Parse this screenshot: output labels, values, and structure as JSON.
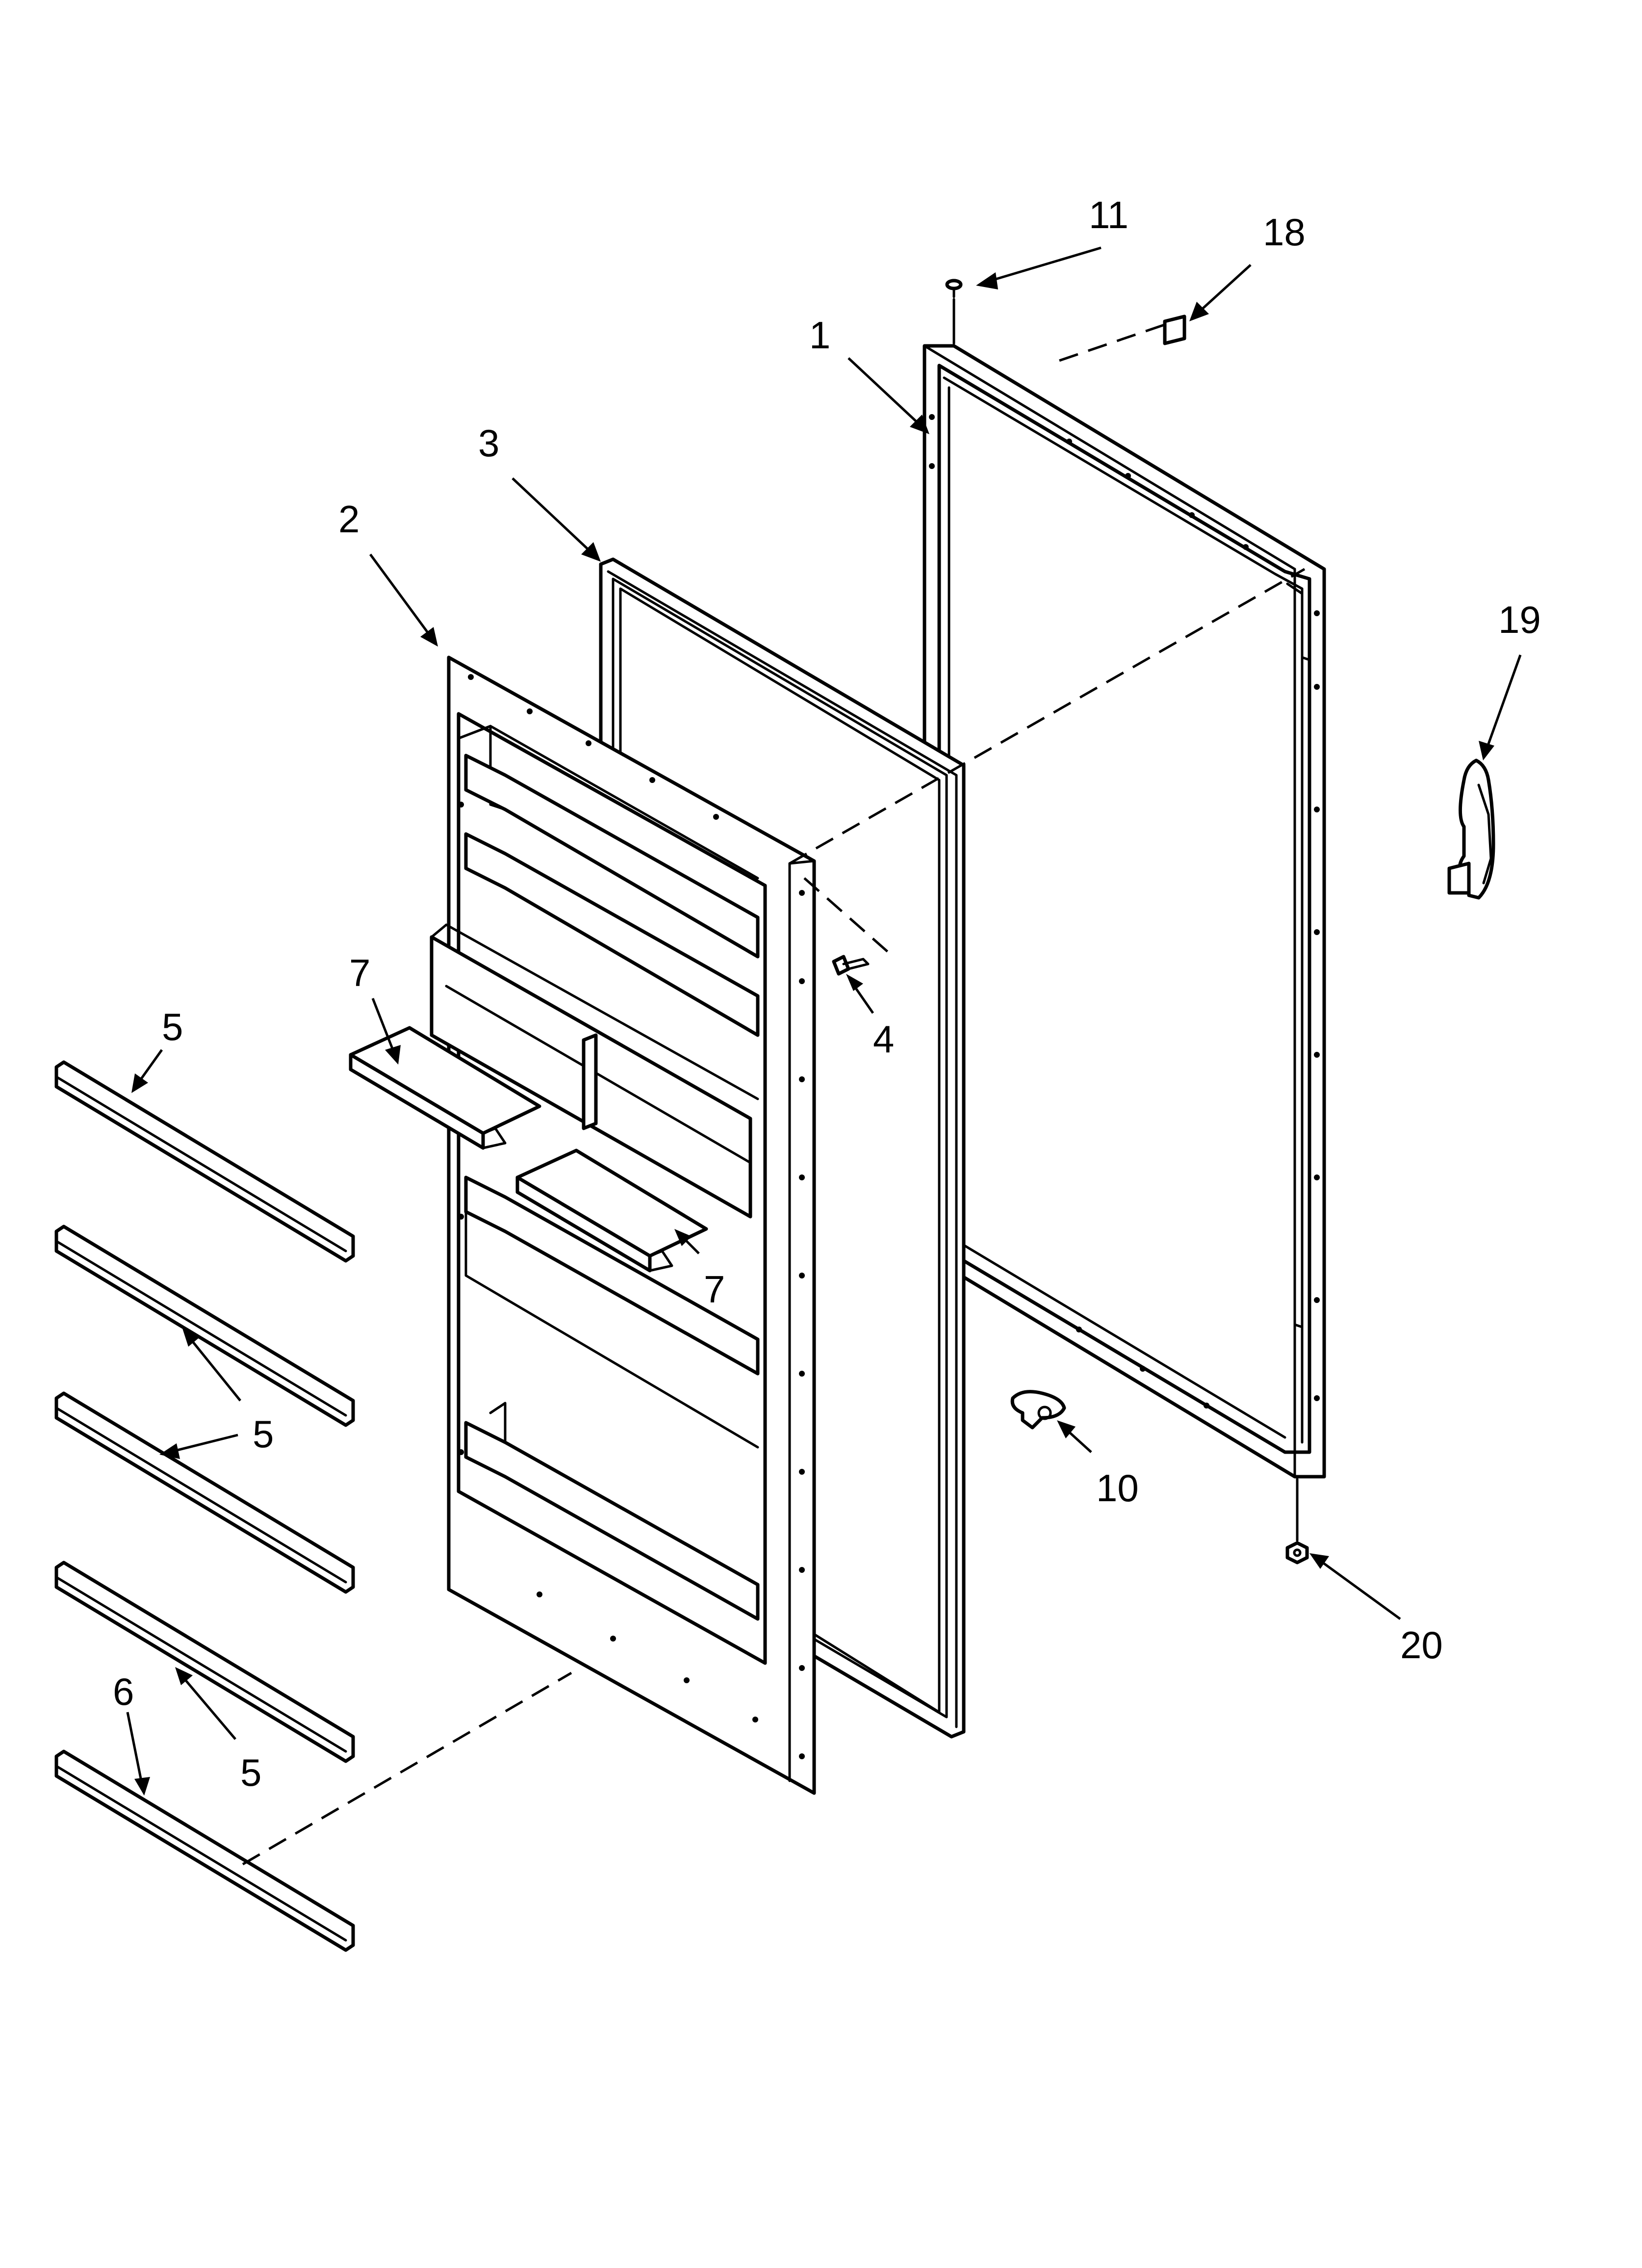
{
  "callouts": [
    {
      "id": "c1",
      "label": "1"
    },
    {
      "id": "c2",
      "label": "2"
    },
    {
      "id": "c3",
      "label": "3"
    },
    {
      "id": "c4",
      "label": "4"
    },
    {
      "id": "c5a",
      "label": "5"
    },
    {
      "id": "c5b",
      "label": "5"
    },
    {
      "id": "c5c",
      "label": "5"
    },
    {
      "id": "c5d",
      "label": "5"
    },
    {
      "id": "c6",
      "label": "6"
    },
    {
      "id": "c7a",
      "label": "7"
    },
    {
      "id": "c7b",
      "label": "7"
    },
    {
      "id": "c10",
      "label": "10"
    },
    {
      "id": "c11",
      "label": "11"
    },
    {
      "id": "c18",
      "label": "18"
    },
    {
      "id": "c19",
      "label": "19"
    },
    {
      "id": "c20",
      "label": "20"
    }
  ]
}
